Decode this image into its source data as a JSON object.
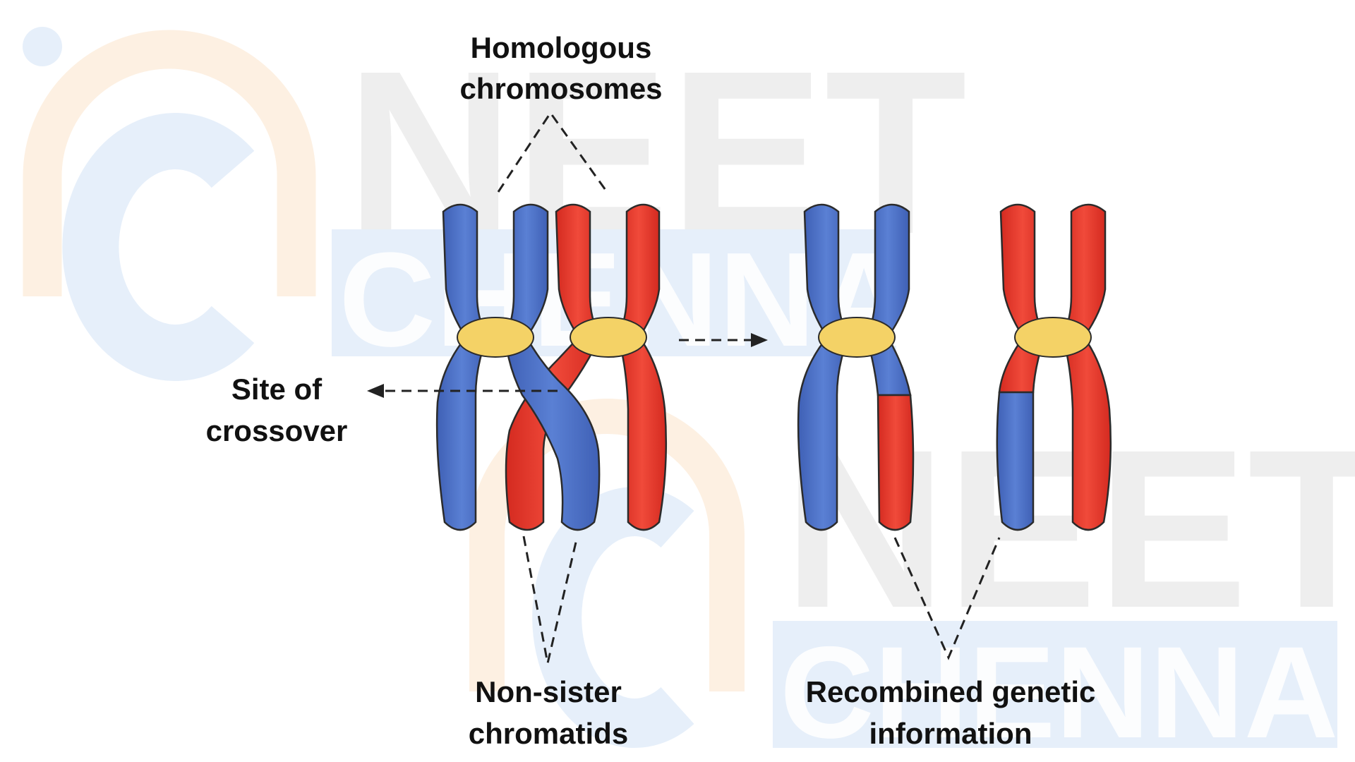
{
  "watermark": {
    "text_top": "NEET",
    "text_bottom": "CHENNAI",
    "colors": {
      "gray": "#eeeeee",
      "blue": "#e6effa",
      "orange": "#fdf0e2"
    }
  },
  "labels": {
    "homologous_line1": "Homologous",
    "homologous_line2": "chromosomes",
    "site_line1": "Site of",
    "site_line2": "crossover",
    "nonsister_line1": "Non-sister",
    "nonsister_line2": "chromatids",
    "recombined_line1": "Recombined genetic",
    "recombined_line2": "information"
  },
  "colors": {
    "blue_chromatid": "#4a6fc4",
    "red_chromatid": "#e0352a",
    "centromere": "#f4d266",
    "outline": "#2b2b2b",
    "dashed_line": "#222222"
  }
}
